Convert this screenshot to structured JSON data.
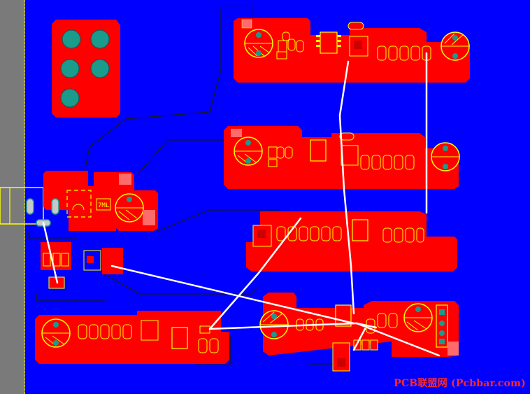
{
  "view": {
    "kind": "PCB layout view",
    "colors": {
      "board_background": "#0000ff",
      "copper_pour": "#ff0000",
      "silkscreen": "#ffff00",
      "ratsnest": "#ffffff",
      "pad_teal": "#1a9b8c",
      "track": "#1a1a1a",
      "ruler": "#7a7a7a"
    }
  },
  "watermark": {
    "text": "PCB联盟网 (Pcbbar.com)"
  },
  "labels": {
    "component_tag": "7ML"
  }
}
